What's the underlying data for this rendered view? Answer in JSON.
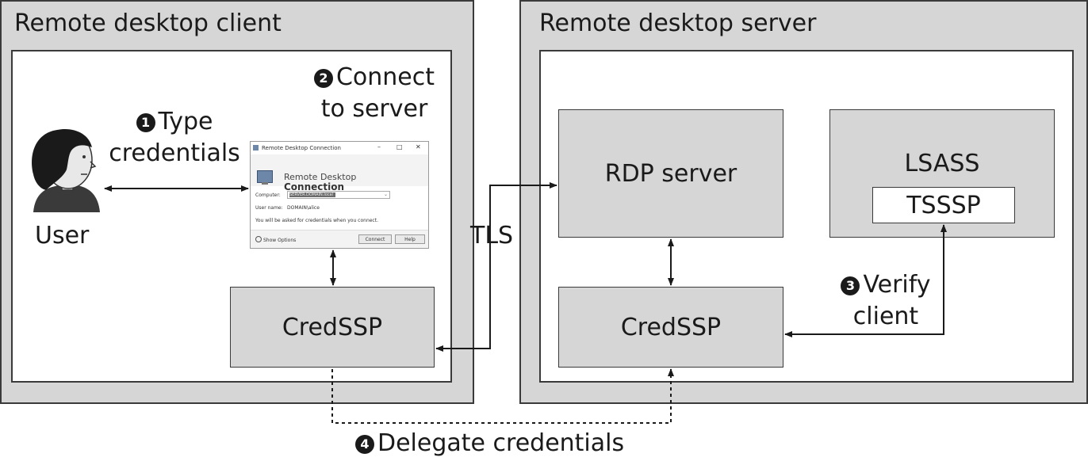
{
  "client_panel": {
    "title": "Remote desktop client"
  },
  "server_panel": {
    "title": "Remote desktop server"
  },
  "user": {
    "label": "User"
  },
  "steps": {
    "type_credentials": {
      "number": "1",
      "line1": "Type",
      "line2": "credentials"
    },
    "connect_to_server": {
      "number": "2",
      "line1": "Connect",
      "line2": "to server"
    },
    "verify_client": {
      "number": "3",
      "line1": "Verify",
      "line2": "client"
    },
    "delegate_credentials": {
      "number": "4",
      "text": "Delegate credentials"
    }
  },
  "boxes": {
    "client_credssp": "CredSSP",
    "rdp_server": "RDP server",
    "server_credssp": "CredSSP",
    "lsass": "LSASS",
    "tsssp": "TSSSP"
  },
  "tls_label": "TLS",
  "dialog": {
    "window_title": "Remote Desktop Connection",
    "banner_line1": "Remote Desktop",
    "banner_line2": "Connection",
    "computer_label": "Computer:",
    "computer_value": "SERVER.DOMAIN.local",
    "username_label": "User name:",
    "username_value": "DOMAIN\\alice",
    "info_text": "You will be asked for credentials when you connect.",
    "show_options": "Show Options",
    "connect_button": "Connect",
    "help_button": "Help"
  }
}
